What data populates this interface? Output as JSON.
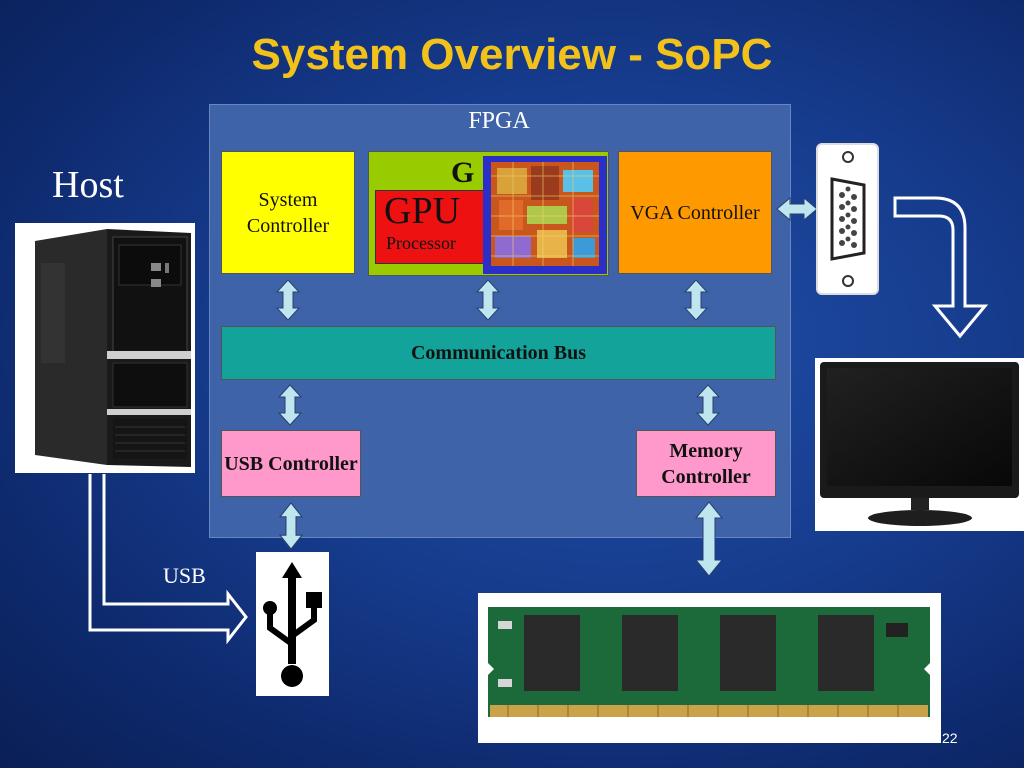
{
  "title": "System Overview - SoPC",
  "fpga_label": "FPGA",
  "host_label": "Host",
  "usb_label": "USB",
  "page_number": "22",
  "blocks": {
    "system_controller": "System Controller",
    "gpu_title_partial": "G",
    "gpu_label": "GPU",
    "gpu_processor_partial": "Processor",
    "vga_controller": "VGA Controller",
    "communication_bus": "Communication Bus",
    "usb_controller": "USB Controller",
    "memory_controller": "Memory Controller"
  },
  "colors": {
    "title": "#f2c21a",
    "system_controller": "#ffff00",
    "gpu": "#99cc00",
    "vga_controller": "#ff9900",
    "communication_bus": "#13a39a",
    "controllers_pink": "#ff99cc",
    "arrow_fill": "#bfe6ee"
  },
  "icons": [
    "host-pc-image",
    "vga-connector-icon",
    "monitor-image",
    "usb-icon",
    "ram-module-image"
  ]
}
